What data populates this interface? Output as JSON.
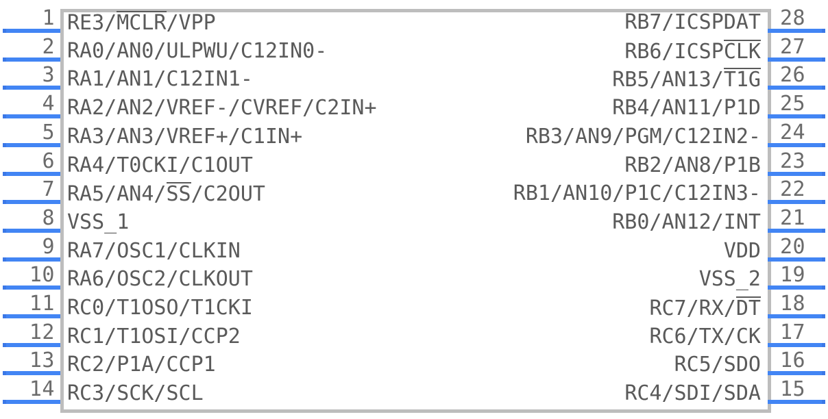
{
  "diagram": {
    "type": "ic-pinout",
    "package": "28-pin DIP/SOIC",
    "pin_count": 28,
    "colors": {
      "lead": "#4285f4",
      "lead_cap": "#3b78e7",
      "body_border": "#bdbdbd",
      "label_text": "#5a5a5a",
      "number_text": "#6b6b6b",
      "background": "#ffffff"
    }
  },
  "left_pins": [
    {
      "number": "1",
      "pre": "RE3/",
      "bar": "MCLR",
      "post": "/VPP"
    },
    {
      "number": "2",
      "pre": "RA0/AN0/ULPWU/C12IN0-",
      "bar": "",
      "post": ""
    },
    {
      "number": "3",
      "pre": "RA1/AN1/C12IN1-",
      "bar": "",
      "post": ""
    },
    {
      "number": "4",
      "pre": "RA2/AN2/VREF-/CVREF/C2IN+",
      "bar": "",
      "post": ""
    },
    {
      "number": "5",
      "pre": "RA3/AN3/VREF+/C1IN+",
      "bar": "",
      "post": ""
    },
    {
      "number": "6",
      "pre": "RA4/T0CKI/C1OUT",
      "bar": "",
      "post": ""
    },
    {
      "number": "7",
      "pre": "RA5/AN4/",
      "bar": "SS",
      "post": "/C2OUT"
    },
    {
      "number": "8",
      "pre": "VSS_1",
      "bar": "",
      "post": ""
    },
    {
      "number": "9",
      "pre": "RA7/OSC1/CLKIN",
      "bar": "",
      "post": ""
    },
    {
      "number": "10",
      "pre": "RA6/OSC2/CLKOUT",
      "bar": "",
      "post": ""
    },
    {
      "number": "11",
      "pre": "RC0/T1OSO/T1CKI",
      "bar": "",
      "post": ""
    },
    {
      "number": "12",
      "pre": "RC1/T1OSI/CCP2",
      "bar": "",
      "post": ""
    },
    {
      "number": "13",
      "pre": "RC2/P1A/CCP1",
      "bar": "",
      "post": ""
    },
    {
      "number": "14",
      "pre": "RC3/SCK/SCL",
      "bar": "",
      "post": ""
    }
  ],
  "right_pins": [
    {
      "number": "28",
      "pre": "RB7/ICSPDAT",
      "bar": "",
      "post": ""
    },
    {
      "number": "27",
      "pre": "RB6/ICSP",
      "bar": "CLK",
      "post": ""
    },
    {
      "number": "26",
      "pre": "RB5/AN13/",
      "bar": "T1G",
      "post": ""
    },
    {
      "number": "25",
      "pre": "RB4/AN11/P1D",
      "bar": "",
      "post": ""
    },
    {
      "number": "24",
      "pre": "RB3/AN9/PGM/C12IN2-",
      "bar": "",
      "post": ""
    },
    {
      "number": "23",
      "pre": "RB2/AN8/P1B",
      "bar": "",
      "post": ""
    },
    {
      "number": "22",
      "pre": "RB1/AN10/P1C/C12IN3-",
      "bar": "",
      "post": ""
    },
    {
      "number": "21",
      "pre": "RB0/AN12/INT",
      "bar": "",
      "post": ""
    },
    {
      "number": "20",
      "pre": "VDD",
      "bar": "",
      "post": ""
    },
    {
      "number": "19",
      "pre": "VSS_2",
      "bar": "",
      "post": ""
    },
    {
      "number": "18",
      "pre": "RC7/RX/",
      "bar": "DT",
      "post": ""
    },
    {
      "number": "17",
      "pre": "RC6/TX/CK",
      "bar": "",
      "post": ""
    },
    {
      "number": "16",
      "pre": "RC5/SDO",
      "bar": "",
      "post": ""
    },
    {
      "number": "15",
      "pre": "RC4/SDI/SDA",
      "bar": "",
      "post": ""
    }
  ]
}
